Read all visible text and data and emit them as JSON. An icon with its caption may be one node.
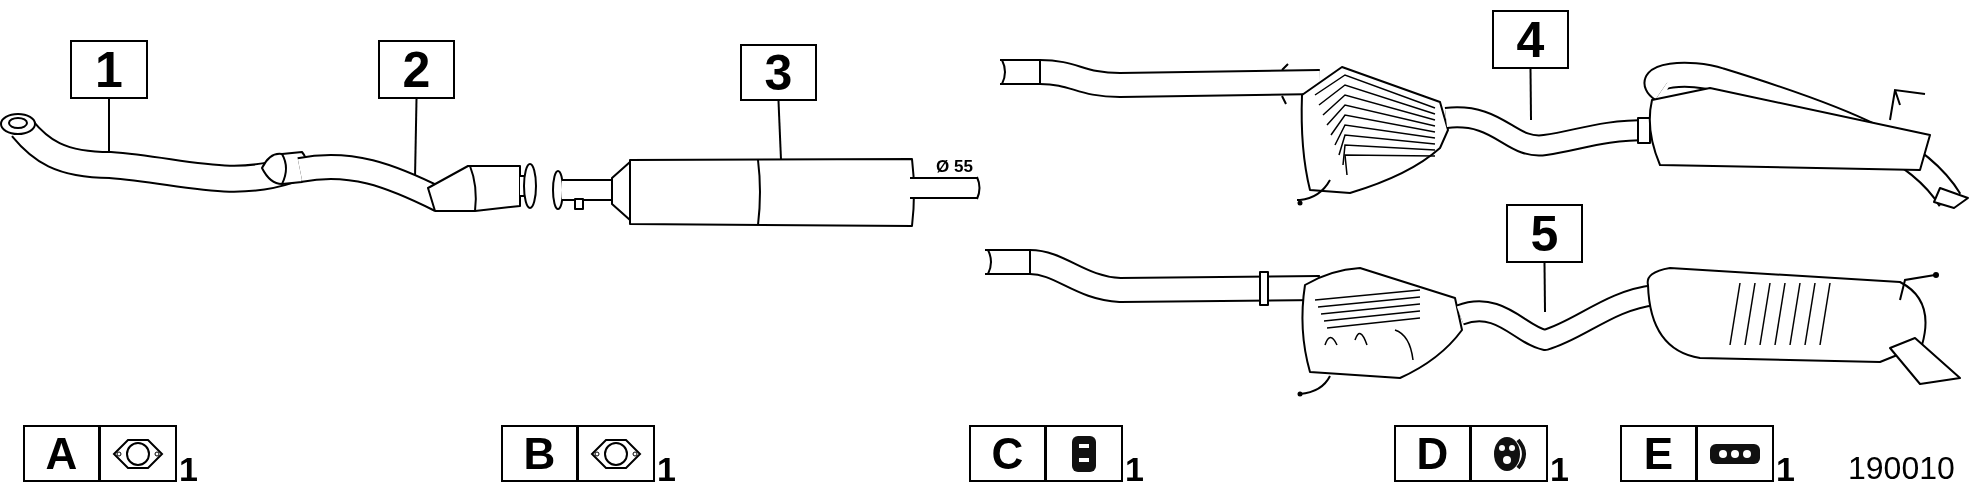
{
  "diagram": {
    "nodes": [
      {
        "text": [
          "1"
        ]
      },
      {
        "text": [],
        "shape": "picture"
      },
      {
        "text": [
          "2"
        ]
      },
      {
        "text": [],
        "shape": "picture"
      },
      {
        "text": [
          "3"
        ]
      },
      {
        "text": [],
        "shape": "picture"
      },
      {
        "text": [
          "4"
        ]
      },
      {
        "text": [],
        "shape": "picture"
      },
      {
        "text": [
          "5"
        ]
      },
      {
        "text": [],
        "shape": "picture"
      },
      {
        "text": [
          "A"
        ]
      },
      {
        "text": [],
        "shape": "picture",
        "beside": [
          "1"
        ]
      },
      {
        "text": [
          "B"
        ]
      },
      {
        "text": [],
        "shape": "picture",
        "beside": [
          "1"
        ]
      },
      {
        "text": [
          "C"
        ]
      },
      {
        "text": [],
        "shape": "picture",
        "beside": [
          "1"
        ]
      },
      {
        "text": [
          "D"
        ]
      },
      {
        "text": [],
        "shape": "picture",
        "beside": [
          "1"
        ]
      },
      {
        "text": [
          "E"
        ]
      },
      {
        "text": [],
        "shape": "picture",
        "beside": [
          "1"
        ]
      }
    ],
    "edges": [
      {
        "from": 0,
        "to": 1,
        "arrow": "none"
      },
      {
        "from": 2,
        "to": 3,
        "arrow": "none"
      },
      {
        "from": 4,
        "to": 5,
        "arrow": "none"
      },
      {
        "from": 6,
        "to": 7,
        "arrow": "none"
      },
      {
        "from": 8,
        "to": 9,
        "arrow": "none"
      }
    ],
    "labels": [
      "Ø 55",
      "190010"
    ]
  }
}
